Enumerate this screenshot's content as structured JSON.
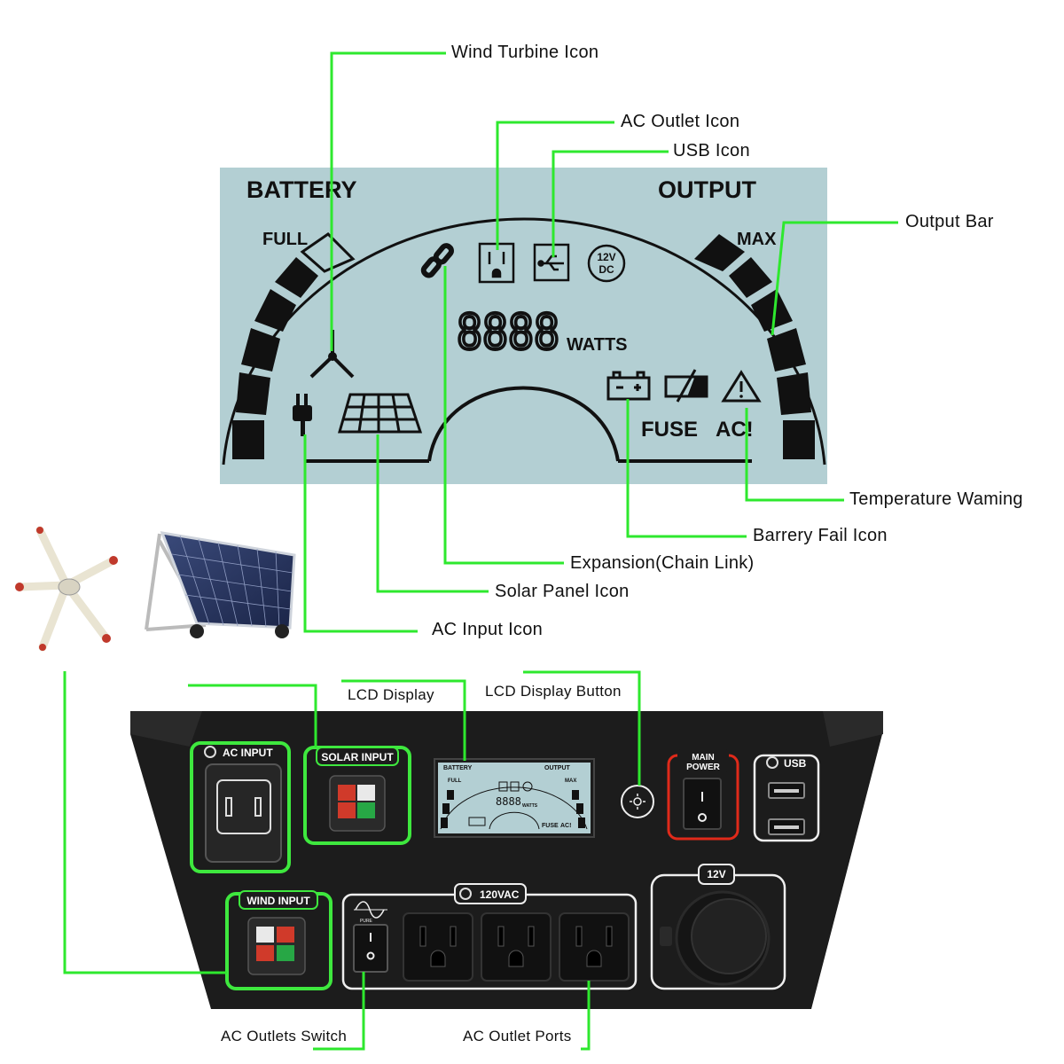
{
  "lcd": {
    "battery_label": "BATTERY",
    "output_label": "OUTPUT",
    "full_label": "FULL",
    "max_label": "MAX",
    "digits": "8888",
    "watts_label": "WATTS",
    "fuse_label": "FUSE",
    "ac_label": "AC!",
    "dc_badge_line1": "12V",
    "dc_badge_line2": "DC",
    "bg_color": "#b3cfd3",
    "segment_color": "#111111"
  },
  "callouts": {
    "wind_turbine_icon": "Wind Turbine Icon",
    "ac_outlet_icon": "AC Outlet Icon",
    "usb_icon": "USB Icon",
    "output_bar": "Output Bar",
    "temperature_warning": "Temperature Waming",
    "battery_fail_icon": "Barrery Fail Icon",
    "expansion_chain_link": "Expansion(Chain Link)",
    "solar_panel_icon": "Solar Panel Icon",
    "ac_input_icon": "AC Input Icon",
    "lcd_display": "LCD Display",
    "lcd_display_button": "LCD Display Button",
    "ac_outlets_switch": "AC Outlets Switch",
    "ac_outlet_ports": "AC Outlet Ports",
    "leader_color": "#2ee82e"
  },
  "panel": {
    "ac_input_label": "AC INPUT",
    "solar_input_label": "SOLAR INPUT",
    "wind_input_label": "WIND INPUT",
    "main_power_line1": "MAIN",
    "main_power_line2": "POWER",
    "usb_label": "USB",
    "ac_120_label": "120VAC",
    "dc_12v_label": "12V",
    "pure_label": "PURE",
    "mini_battery": "BATTERY",
    "mini_output": "OUTPUT",
    "mini_full": "FULL",
    "mini_max": "MAX",
    "mini_digits": "8888",
    "mini_watts": "WATTS",
    "mini_fuse": "FUSE",
    "mini_ac": "AC!",
    "panel_color": "#1c1c1c",
    "highlight_green": "#3ee83e",
    "highlight_red": "#e02a1a"
  }
}
